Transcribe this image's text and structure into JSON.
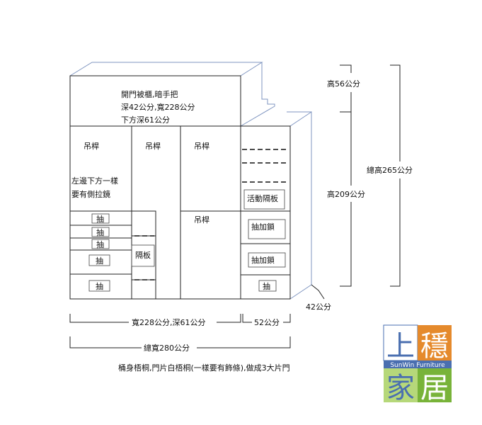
{
  "labels": {
    "top_cabinet_line1": "開門被櫃,暗手把",
    "top_cabinet_line2": "深42公分,寬228公分",
    "top_cabinet_line3": "下方深61公分",
    "hang_rod": "吊桿",
    "left_note_line1": "左邊下方一樣",
    "left_note_line2": "要有側拉鏡",
    "drawer": "抽",
    "shelf": "隔板",
    "movable_shelf": "活動隔板",
    "lock_drawer": "抽加鎖"
  },
  "dimensions": {
    "height_top": "高56公分",
    "height_main": "高209公分",
    "height_total": "總高265公分",
    "depth_side": "42公分",
    "width_main": "寬228公分,深61公分",
    "width_side": "52公分",
    "width_total": "總寬280公分"
  },
  "note": "桶身梧桐,門片白梧桐(一樣要有飾條),做成3大片門",
  "logo": {
    "char1": "上",
    "char2": "穩",
    "char3": "家",
    "char4": "居",
    "text": "SunWin Furniture",
    "colors": {
      "blue": "#4a6fb0",
      "orange": "#e58a2c",
      "green": "#78b339",
      "light_green": "#b6d87a"
    }
  }
}
